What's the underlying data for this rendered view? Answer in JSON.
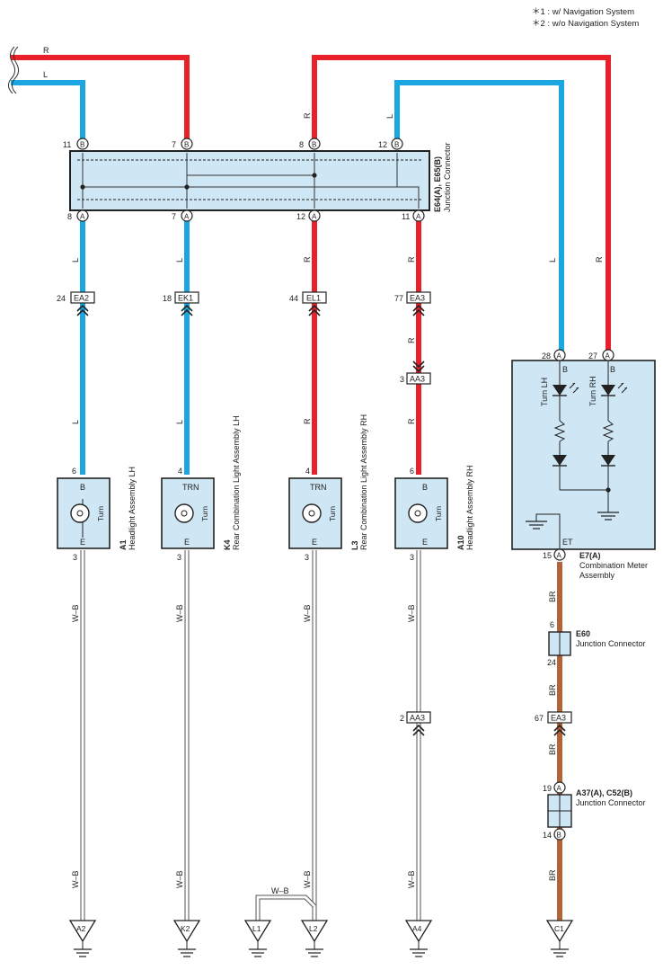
{
  "notes": [
    "＊1 : w/ Navigation System",
    "＊2 : w/o Navigation System"
  ],
  "colors": {
    "R": "#e8202a",
    "L": "#1aa7e1",
    "BR": "#b0643a",
    "WB": "#555555",
    "box": "#cfe7f5"
  },
  "wire_labels": {
    "R": "R",
    "L": "L",
    "WB": "W–B",
    "BR": "BR"
  },
  "junction_top": {
    "name": "E64(A), E65(B)",
    "desc": "Junction Connector",
    "pins_b": [
      "11",
      "7",
      "8",
      "12"
    ],
    "pins_a": [
      "8",
      "7",
      "12",
      "11"
    ],
    "letter_b": "B",
    "letter_a": "A"
  },
  "connectors": {
    "ea2": {
      "pin": "24",
      "name": "EA2"
    },
    "ek1": {
      "pin": "18",
      "name": "EK1"
    },
    "el1": {
      "pin": "44",
      "name": "EL1"
    },
    "ea3": {
      "pin": "77",
      "name": "EA3"
    },
    "aa3a": {
      "pin": "3",
      "name": "AA3"
    },
    "aa3b": {
      "pin": "2",
      "name": "AA3"
    },
    "ea3b": {
      "pin": "67",
      "name": "EA3"
    }
  },
  "components": {
    "a1": {
      "code": "A1",
      "name": "Headlight Assembly LH",
      "top_pin": "6",
      "bottom_pin": "3",
      "top_label": "B",
      "bottom_label": "E",
      "lamp": "Turn"
    },
    "k4": {
      "code": "K4",
      "name": "Rear Combination Light Assembly LH",
      "top_pin": "4",
      "bottom_pin": "3",
      "top_label": "TRN",
      "bottom_label": "E",
      "lamp": "Turn"
    },
    "l3": {
      "code": "L3",
      "name": "Rear Combination Light Assembly RH",
      "top_pin": "4",
      "bottom_pin": "3",
      "top_label": "TRN",
      "bottom_label": "E",
      "lamp": "Turn"
    },
    "a10": {
      "code": "A10",
      "name": "Headlight Assembly RH",
      "top_pin": "6",
      "bottom_pin": "3",
      "top_label": "B",
      "bottom_label": "E",
      "lamp": "Turn"
    }
  },
  "meter": {
    "code": "E7(A)",
    "name1": "Combination Meter",
    "name2": "Assembly",
    "pin_lh": "28",
    "pin_rh": "27",
    "pin_et": "15",
    "letter": "A",
    "label_b": "B",
    "turn_lh": "Turn LH",
    "turn_rh": "Turn RH",
    "et": "ET"
  },
  "e60": {
    "name": "E60",
    "desc": "Junction Connector",
    "pin_top": "6",
    "pin_bottom": "24"
  },
  "a37": {
    "name": "A37(A), C52(B)",
    "desc": "Junction Connector",
    "pin_top": "19",
    "pin_bottom": "14",
    "letter_top": "A",
    "letter_bottom": "B"
  },
  "grounds": [
    "A2",
    "K2",
    "L1",
    "L2",
    "A4",
    "C1"
  ]
}
